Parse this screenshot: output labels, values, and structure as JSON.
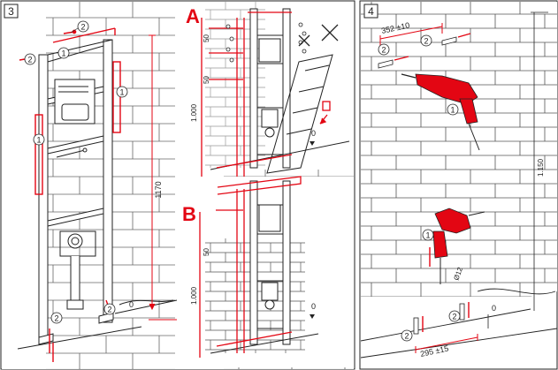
{
  "panels": [
    {
      "step": "3",
      "title_box": true
    },
    {
      "step": "4",
      "title_box": true
    }
  ],
  "variants": {
    "a": "A",
    "b": "B"
  },
  "callouts": {
    "one": "1",
    "two": "2"
  },
  "dimensions": {
    "p3_height": "1170",
    "p3_zero": "0",
    "a_50_top": "50",
    "a_50_mid": "50",
    "a_1000": "1.000",
    "a_zero": "0",
    "b_50": "50",
    "b_1000": "1.000",
    "b_zero": "0",
    "p4_top": "352 ±10",
    "p4_1150": "1.150",
    "p4_phi": "Ø12",
    "p4_zero": "0",
    "p4_bottom": "295 ±15"
  },
  "colors": {
    "accent": "#e30613",
    "line": "#222222",
    "brick": "#555555"
  }
}
